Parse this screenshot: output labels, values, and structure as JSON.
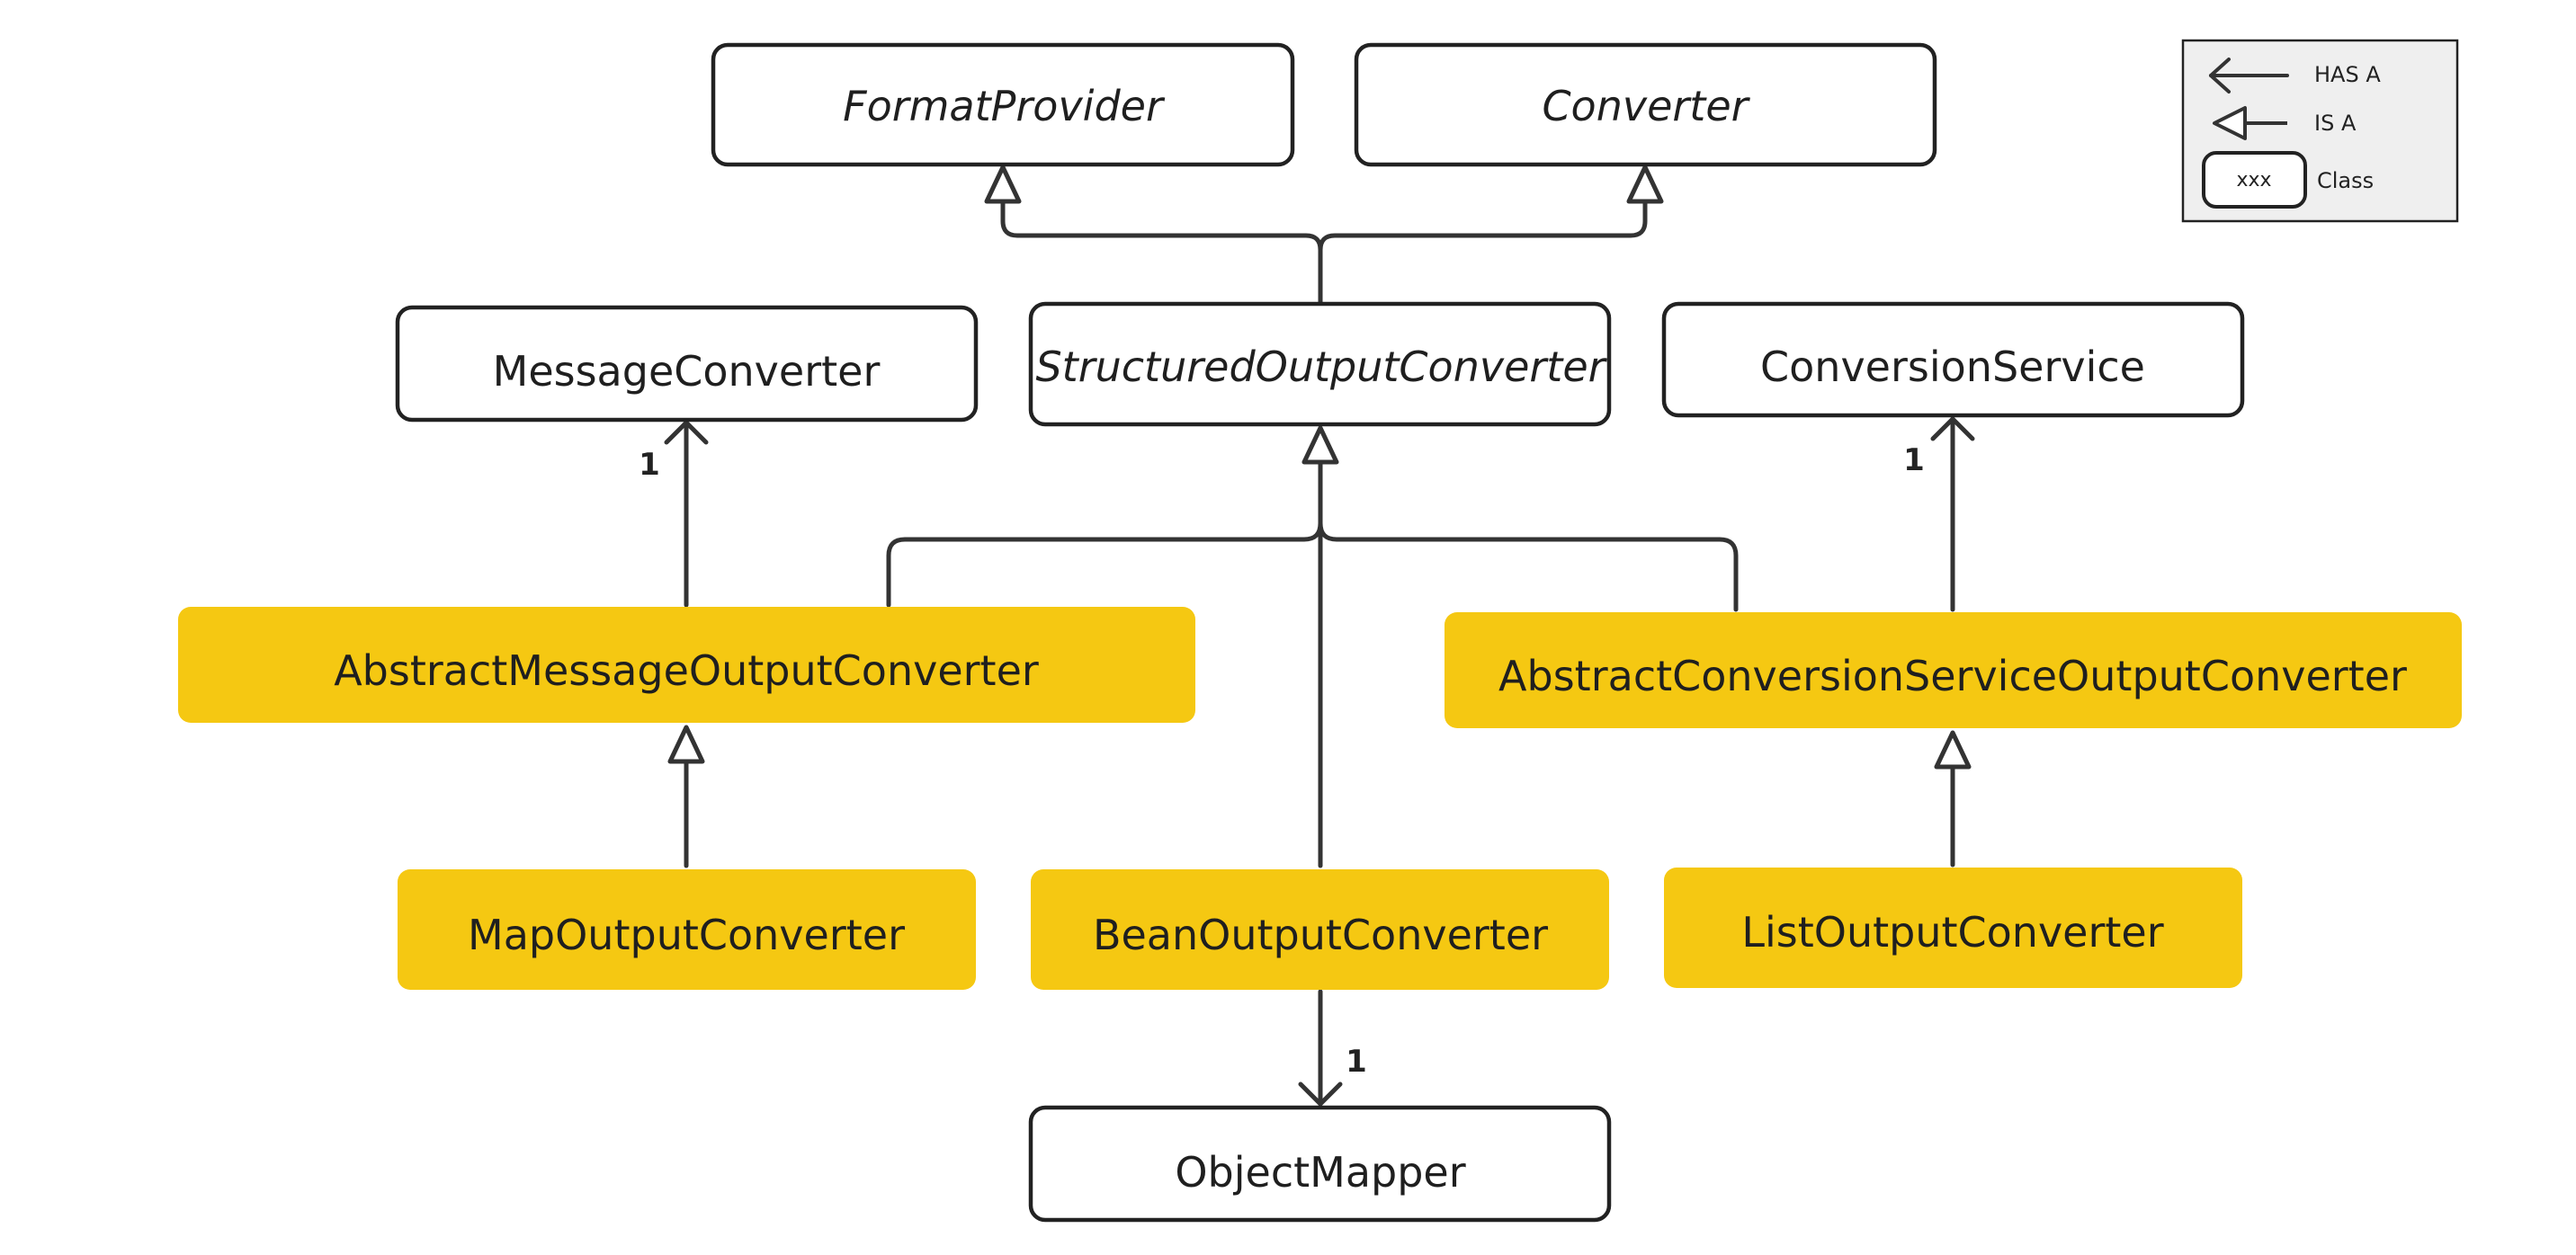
{
  "colors": {
    "background": "#ffffff",
    "class_fill": "#ffffff",
    "class_stroke": "#222222",
    "highlight_fill": "#f5c812",
    "line": "#333333",
    "legend_fill": "#efefef"
  },
  "classes": {
    "format_provider": "FormatProvider",
    "converter": "Converter",
    "message_converter": "MessageConverter",
    "structured_output_converter": "StructuredOutputConverter",
    "conversion_service": "ConversionService",
    "abstract_message_output_converter": "AbstractMessageOutputConverter",
    "abstract_conversion_service_output_converter": "AbstractConversionServiceOutputConverter",
    "map_output_converter": "MapOutputConverter",
    "bean_output_converter": "BeanOutputConverter",
    "list_output_converter": "ListOutputConverter",
    "object_mapper": "ObjectMapper"
  },
  "multiplicities": {
    "message_converter": "1",
    "conversion_service": "1",
    "object_mapper": "1"
  },
  "legend": {
    "has_a": "HAS A",
    "is_a": "IS A",
    "class_sample": "xxx",
    "class": "Class"
  }
}
